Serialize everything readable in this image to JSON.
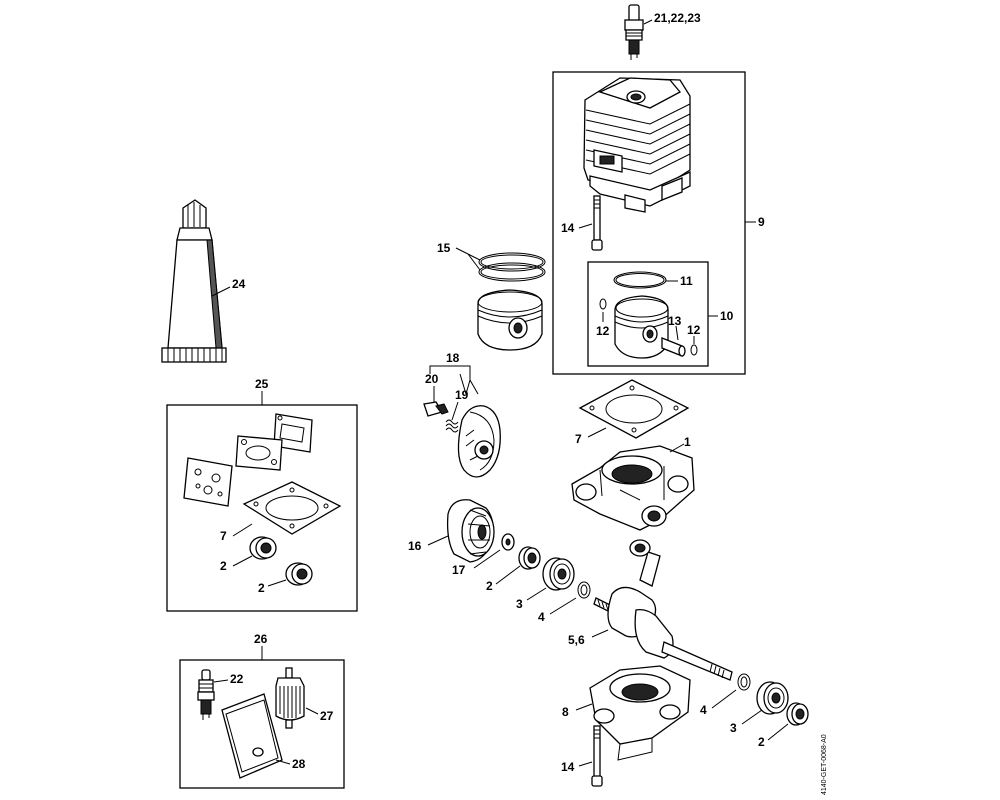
{
  "drawing_code": "4140-GET-0068-A0",
  "labels": {
    "spark_plug_top": "21,22,23",
    "cylinder_assembly": "9",
    "screw_top": "14",
    "piston_ring_set": "15",
    "piston_ring": "11",
    "piston_kit": "10",
    "circlip_left": "12",
    "piston_pin": "13",
    "circlip_right": "12",
    "grease_tube": "24",
    "ignition_assembly": "18",
    "ignition_part_20": "20",
    "ignition_part_19": "19",
    "gasket_set": "25",
    "cyl_gasket_main": "7",
    "crankcase": "1",
    "set_gasket_7": "7",
    "set_seal_upper": "2",
    "set_seal_lower": "2",
    "fan_wheel": "16",
    "washer_17": "17",
    "seal_left": "2",
    "bearing_left": "3",
    "ring_left": "4",
    "crankshaft": "5,6",
    "crankcase_lower": "8",
    "ring_right": "4",
    "bearing_right": "3",
    "seal_right": "2",
    "screw_bottom": "14",
    "service_kit": "26",
    "kit_spark_plug": "22",
    "kit_fuel_filter": "27",
    "kit_air_filter": "28"
  }
}
